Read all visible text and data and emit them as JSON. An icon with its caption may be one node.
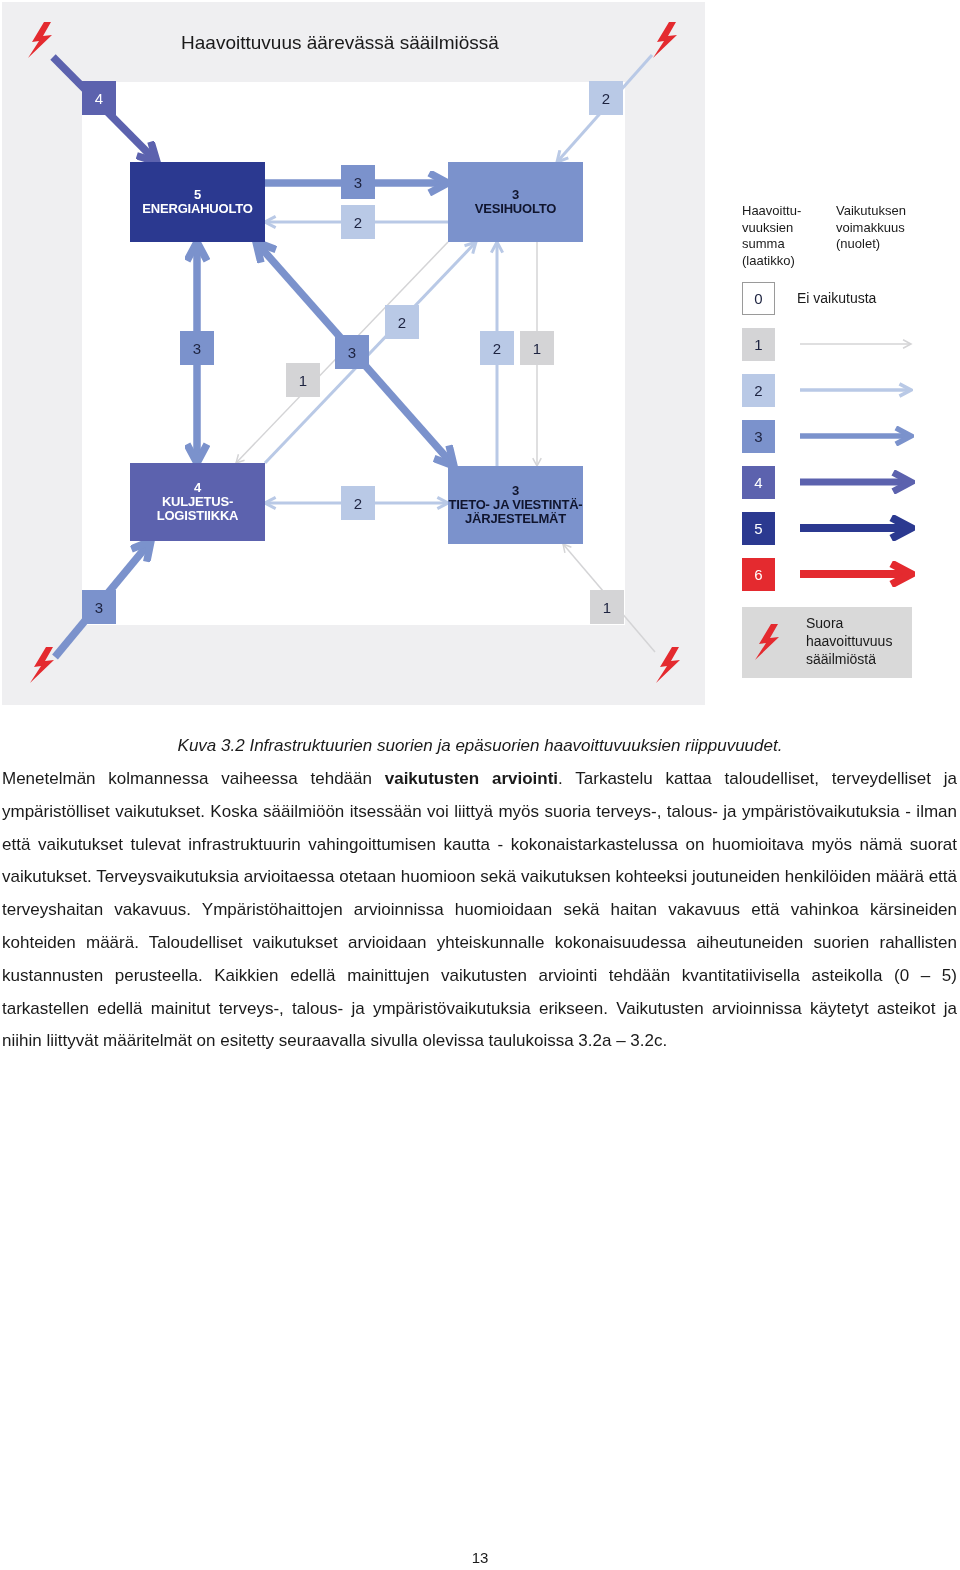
{
  "diagram": {
    "title": "Haavoittuvuus äärevässä sääilmiössä",
    "caption": "Kuva 3.2 Infrastruktuurien suorien ja epäsuorien haavoittuvuuksien riippuvuudet.",
    "nodes": [
      {
        "text": [
          "5",
          "ENERGIAHUOLTO"
        ]
      },
      {
        "text": [
          "3",
          "VESIHUOLTO"
        ]
      },
      {
        "text": [
          "4",
          "KULJETUS- LOGISTIIKKA"
        ]
      },
      {
        "text": [
          "3",
          "TIETO- JA VIESTINTÄ- JÄRJESTELMÄT"
        ]
      },
      {
        "text": [],
        "shape": "lightning"
      },
      {
        "text": [],
        "shape": "lightning"
      },
      {
        "text": [],
        "shape": "lightning"
      },
      {
        "text": [],
        "shape": "lightning"
      }
    ],
    "edges": [
      {
        "from": 4,
        "to": 0,
        "arrow": "to",
        "label": "4",
        "color": "#5c62ae",
        "style": "thick"
      },
      {
        "from": 5,
        "to": 1,
        "arrow": "to",
        "label": "2"
      },
      {
        "from": 6,
        "to": 2,
        "arrow": "to",
        "label": "3",
        "color": "#7b92cc",
        "style": "thick"
      },
      {
        "from": 7,
        "to": 3,
        "arrow": "to",
        "label": "1",
        "color": "#d4d4d6"
      },
      {
        "from": 0,
        "to": 1,
        "arrow": "to",
        "label": "3",
        "color": "#7b92cc",
        "style": "thick"
      },
      {
        "from": 1,
        "to": 0,
        "arrow": "to",
        "label": "2"
      },
      {
        "from": 0,
        "to": 2,
        "arrow": "both",
        "label": "3",
        "color": "#7b92cc",
        "style": "thick"
      },
      {
        "from": 0,
        "to": 3,
        "arrow": "both",
        "label": "3",
        "color": "#7b92cc",
        "style": "thick"
      },
      {
        "from": 1,
        "to": 2,
        "arrow": "to",
        "label": "1",
        "color": "#d4d4d6"
      },
      {
        "from": 2,
        "to": 1,
        "arrow": "to",
        "label": "2"
      },
      {
        "from": 3,
        "to": 1,
        "arrow": "to",
        "label": "2"
      },
      {
        "from": 1,
        "to": 3,
        "arrow": "to",
        "label": "1",
        "color": "#d4d4d6"
      },
      {
        "from": 2,
        "to": 3,
        "arrow": "both",
        "label": "2"
      }
    ],
    "labels": [
      "Haavoittu- vuuksien summa (laatikko)",
      "Vaikutuksen voimakkuus (nuolet)",
      "Ei vaikutusta",
      "Menetelmän kolmannessa vaiheessa tehdään **vaikutusten arviointi**. Tarkastelu kattaa taloudelliset, terveydelliset ja ympäristölliset vaikutukset. Koska sääilmiöön itsessään voi liittyä myös suoria terveys-, talous- ja ympäristövaikutuksia - ilman että vaikutukset tulevat infrastruktuurin vahingoittumisen kautta - kokonaistarkastelussa on huomioitava myös nämä suorat vaikutukset. Terveysvaikutuksia arvioitaessa otetaan huomioon sekä vaikutuksen kohteeksi joutuneiden henkilöiden määrä että terveyshaitan vakavuus. Ympäristöhaittojen arvioinnissa huomioidaan sekä haitan vakavuus että vahinkoa kärsineiden kohteiden määrä. Taloudelliset vaikutukset arvioidaan yhteiskunnalle kokonaisuudessa aiheutuneiden suorien rahallisten kustannusten perusteella. Kaikkien edellä mainittujen vaikutusten arviointi tehdään kvantitatiivisella asteikolla (0 – 5) tarkastellen edellä mainitut terveys-, talous- ja ympäristövaikutuksia erikseen. Vaikutusten arvioinnissa käytetyt asteikot ja niihin liittyvät määritelmät on esitetty seuraavalla sivulla olevissa taulukoissa 3.2a – 3.2c.",
      "13"
    ],
    "legend": [
      {
        "text": "0",
        "color": "#ffffff"
      },
      {
        "text": "1",
        "color": "#d4d4d6"
      },
      {
        "text": "2",
        "color": "#b9c9e6"
      },
      {
        "text": "3",
        "color": "#7b92cc"
      },
      {
        "text": "4",
        "color": "#5c62ae"
      },
      {
        "text": "5",
        "color": "#2b3990"
      },
      {
        "text": "6",
        "color": "#e42a2f"
      },
      {
        "text": "Suora haavoittuvuus sääilmiöstä"
      }
    ]
  }
}
